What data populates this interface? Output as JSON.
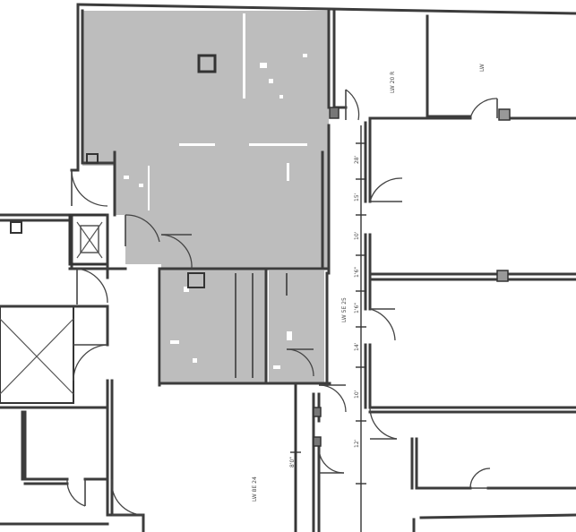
{
  "plan": {
    "labels": {
      "top_office": "LW 20 R",
      "corridor": "LW 5E 25",
      "lower_corridor": "LW 8E 24"
    },
    "dimension_marks": [
      "28'",
      "15'",
      "10'",
      "1'6\"",
      "1'6\"",
      "14'",
      "10'",
      "12'",
      "8'0\""
    ],
    "colors": {
      "shaded_area": "#bdbdbd",
      "walls": "#3c3c3c",
      "background": "#ffffff"
    }
  }
}
